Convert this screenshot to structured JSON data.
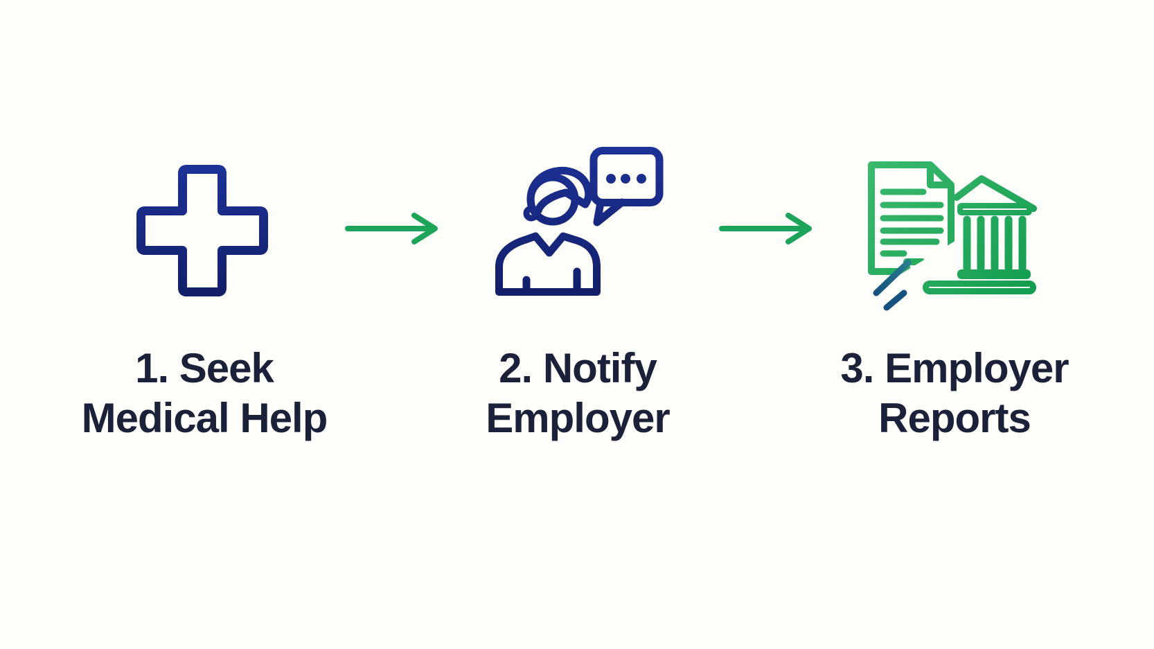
{
  "colors": {
    "background": "#fdfdfa",
    "text": "#1b2138",
    "navy": "#1d3298",
    "navy_dark": "#121f68",
    "green": "#1ca55a",
    "green_light": "#3cba6e",
    "green_dark": "#0f9a4d",
    "teal": "#2a7f92",
    "steel_blue": "#16527f"
  },
  "steps": [
    {
      "icon": "medical-cross-icon",
      "label_line1": "1. Seek",
      "label_line2": "Medical Help"
    },
    {
      "icon": "person-speech-bubble-icon",
      "label_line1": "2. Notify",
      "label_line2": "Employer"
    },
    {
      "icon": "document-bank-icon",
      "label_line1": "3. Employer",
      "label_line2": "Reports"
    }
  ],
  "connectors": [
    {
      "icon": "arrow-right-icon"
    },
    {
      "icon": "arrow-right-icon"
    }
  ]
}
